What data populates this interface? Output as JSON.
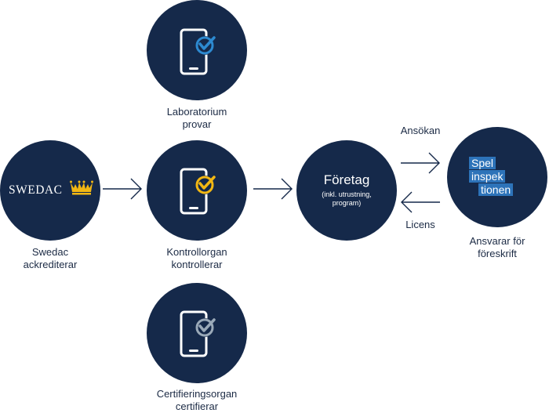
{
  "nodes": {
    "swedac": {
      "logo_text": "SWEDAC",
      "label": [
        "Swedac",
        "ackrediterar"
      ]
    },
    "laboratorium": {
      "label": [
        "Laboratorium",
        "provar"
      ],
      "check_color": "#2d8ad1"
    },
    "kontrollorgan": {
      "label": [
        "Kontrollorgan",
        "kontrollerar"
      ],
      "check_color": "#f2b713"
    },
    "certifieringsorgan": {
      "label": [
        "Certifieringsorgan",
        "certifierar"
      ],
      "check_color": "#9aa9b8"
    },
    "foretag": {
      "title": "Företag",
      "subtitle": [
        "(inkl. utrustning,",
        "program)"
      ]
    },
    "spelinspektionen": {
      "logo_lines": [
        "Spel",
        "inspek",
        "tionen"
      ],
      "label": [
        "Ansvarar för",
        "föreskrift"
      ]
    }
  },
  "edges": {
    "ansokan": "Ansökan",
    "licens": "Licens"
  },
  "colors": {
    "node_fill": "#15294a",
    "accent_blue": "#2d73b9",
    "gold": "#f2b713",
    "arrow": "#15294a"
  }
}
